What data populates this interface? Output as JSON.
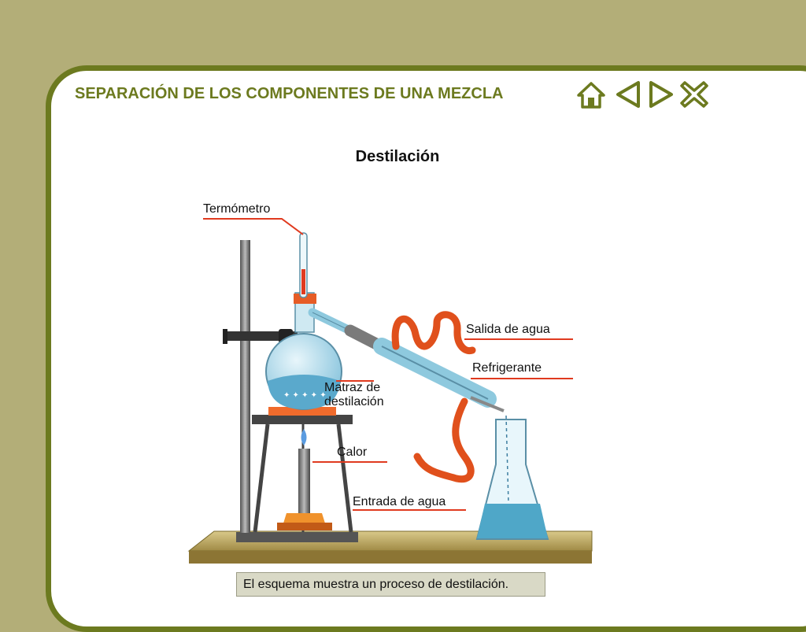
{
  "header": {
    "title": "SEPARACIÓN DE LOS COMPONENTES DE UNA MEZCLA"
  },
  "nav": {
    "home_icon": "home-icon",
    "prev_icon": "triangle-left-icon",
    "next_icon": "triangle-right-icon",
    "close_icon": "close-x-icon",
    "color": "#6c7a1f"
  },
  "diagram": {
    "title": "Destilación",
    "labels": {
      "thermometer": "Termómetro",
      "water_out": "Salida de agua",
      "condenser": "Refrigerante",
      "flask_line1": "Matraz de",
      "flask_line2": "destilación",
      "heat": "Calor",
      "water_in": "Entrada de agua"
    },
    "caption": "El esquema muestra un proceso de destilación."
  },
  "colors": {
    "background": "#b3ae78",
    "frame": "#6c7a1f",
    "label_line": "#e03a1f",
    "glass": "#8ec9de",
    "liquid": "#4fa7c8",
    "hose": "#e0501c"
  }
}
